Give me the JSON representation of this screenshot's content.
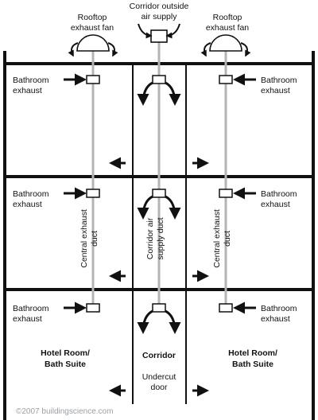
{
  "labels": {
    "corridor_outside_air_line1": "Corridor outside",
    "corridor_outside_air_line2": "air supply",
    "rooftop_fan_left_line1": "Rooftop",
    "rooftop_fan_left_line2": "exhaust fan",
    "rooftop_fan_right_line1": "Rooftop",
    "rooftop_fan_right_line2": "exhaust fan",
    "bathroom_line1": "Bathroom",
    "bathroom_line2": "exhaust",
    "central_exhaust_duct_line1": "Central exhaust",
    "central_exhaust_duct_line2": "duct",
    "corridor_supply_duct_line1": "Corridor air",
    "corridor_supply_duct_line2": "supply duct",
    "hotel_room_line1": "Hotel Room/",
    "hotel_room_line2": "Bath Suite",
    "corridor": "Corridor",
    "undercut_line1": "Undercut",
    "undercut_line2": "door",
    "copyright": "©2007 buildingscience.com"
  },
  "colors": {
    "structure": "#111111",
    "duct": "#b4b4b4",
    "copyright": "#9aa0a8"
  }
}
